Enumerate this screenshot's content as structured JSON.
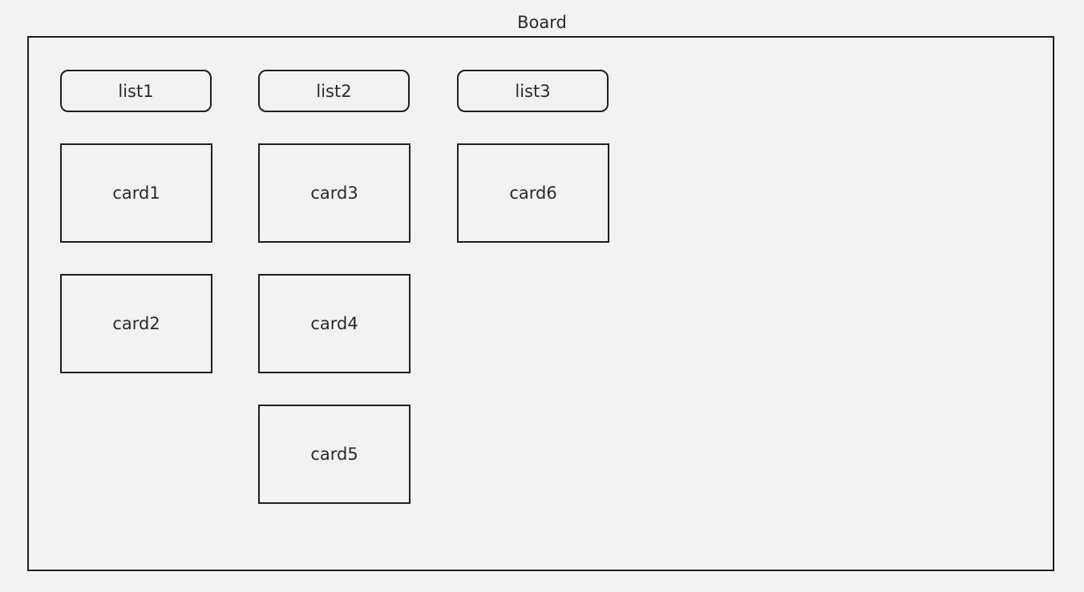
{
  "board": {
    "title": "Board"
  },
  "lists": [
    {
      "label": "list1",
      "cards": [
        "card1",
        "card2"
      ]
    },
    {
      "label": "list2",
      "cards": [
        "card3",
        "card4",
        "card5"
      ]
    },
    {
      "label": "list3",
      "cards": [
        "card6"
      ]
    }
  ],
  "colors": {
    "background": "#f2f2f2",
    "stroke": "#1e1e1e",
    "text": "#2a2a2a"
  }
}
